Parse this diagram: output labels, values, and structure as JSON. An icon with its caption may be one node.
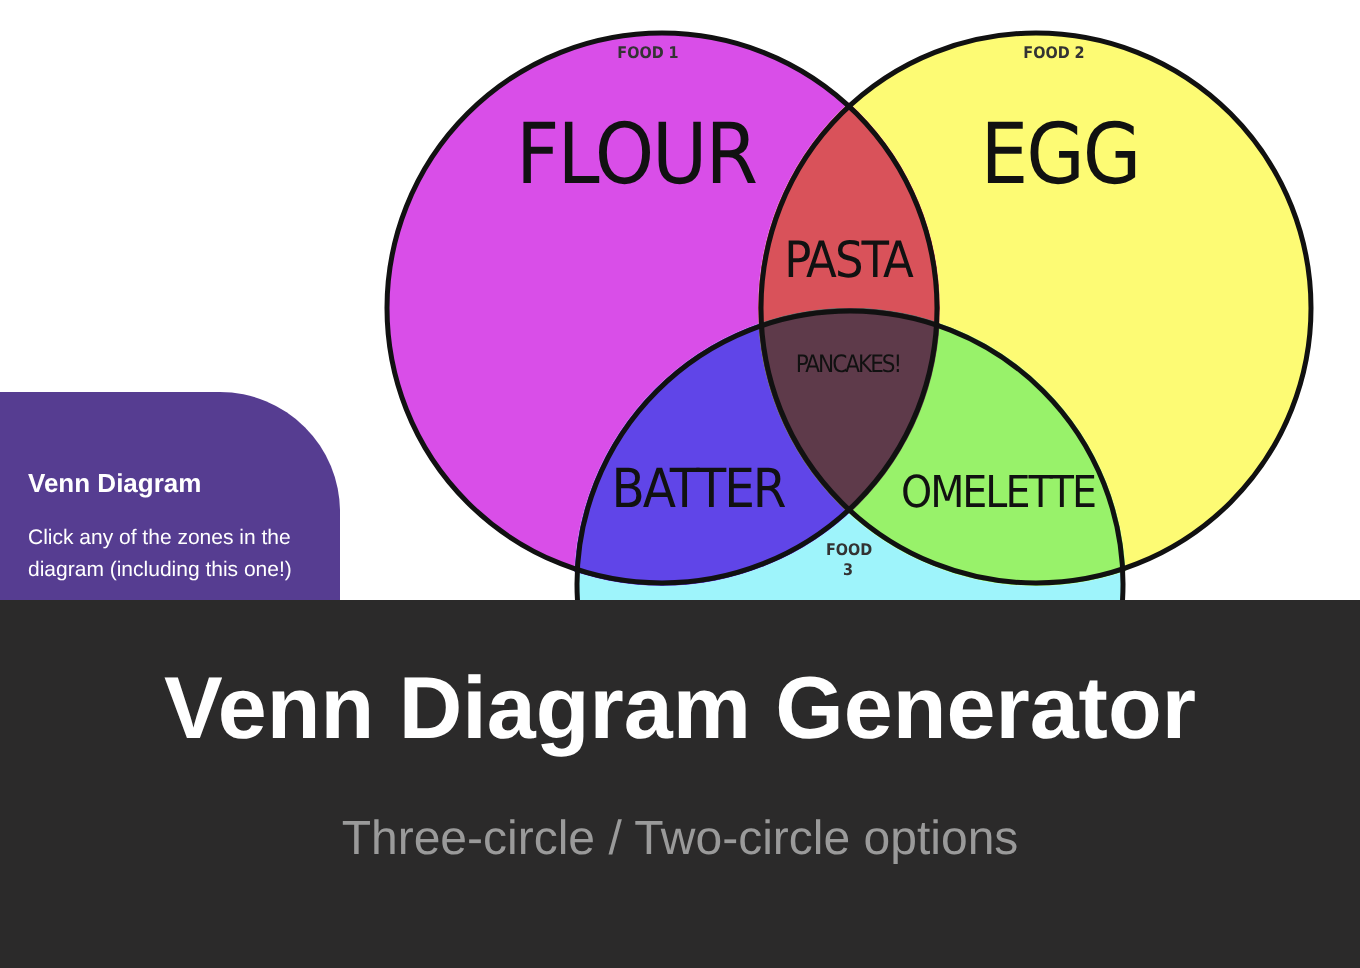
{
  "diagram": {
    "title": "Venn Diagram Generator",
    "caption": "Three-circle / Two-circle options",
    "nodes": [
      {
        "text": [
          "FOOD 1",
          "FLOUR"
        ]
      },
      {
        "text": [
          "FOOD 2",
          "EGG"
        ]
      },
      {
        "text": [
          "FOOD 3"
        ]
      },
      {
        "text": [
          "PASTA"
        ]
      },
      {
        "text": [
          "PANCAKES!"
        ]
      },
      {
        "text": [
          "BATTER"
        ]
      },
      {
        "text": [
          "OMELETTE"
        ]
      },
      {
        "text": [
          "Venn Diagram",
          "Click any of the zones in the diagram (including this one!)"
        ]
      }
    ],
    "edges": []
  }
}
